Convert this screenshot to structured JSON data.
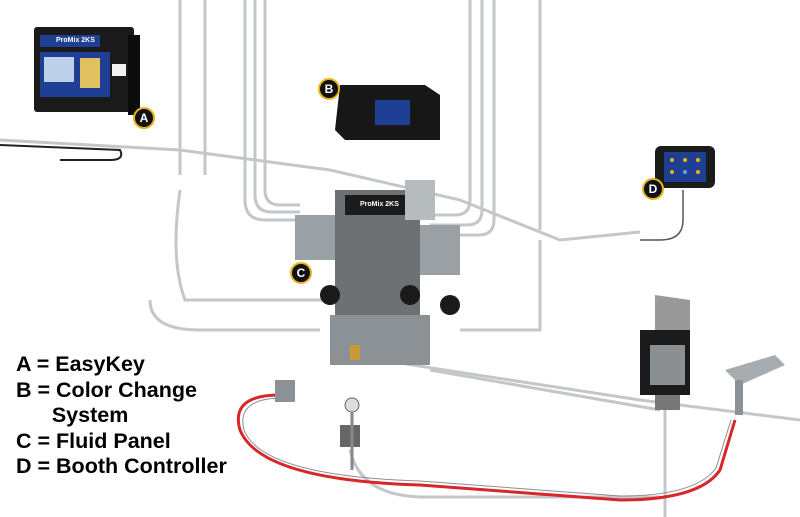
{
  "badges": {
    "a": "A",
    "b": "B",
    "c": "C",
    "d": "D"
  },
  "legend": [
    "A = EasyKey",
    "B = Color Change",
    "      System",
    "C = Fluid Panel",
    "D = Booth Controller"
  ],
  "brand_text": "ProMix 2KS",
  "colors": {
    "badge_ring": "#e9b21a",
    "hose_red": "#d8262b",
    "panel_blue": "#1e3f94",
    "pipe": "#c9ccce"
  }
}
